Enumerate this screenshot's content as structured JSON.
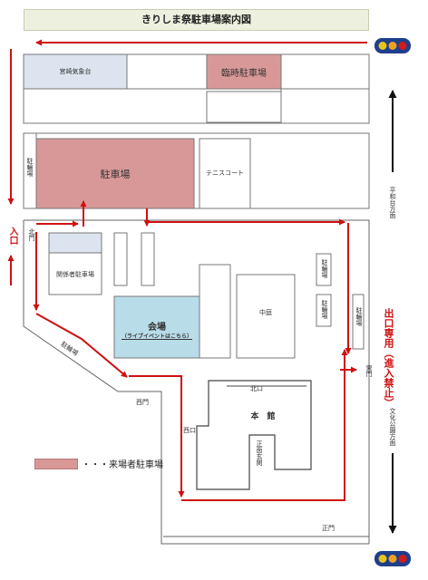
{
  "title": "きりしま祭駐車場案内図",
  "labels": {
    "miyazaki_observatory": "宮崎気象台",
    "temp_parking": "臨時駐車場",
    "main_parking": "駐車場",
    "tennis_court": "テニスコート",
    "bike_parking": "駐輪場",
    "staff_parking": "関係者駐車場",
    "venue": "会場",
    "venue_sub": "（ライブイベントはこちら）",
    "courtyard": "中庭",
    "main_building": "本　館",
    "north_entrance": "北口",
    "west_entrance": "西口",
    "main_entrance": "正面玄関",
    "north_gate": "北門",
    "west_gate": "西門",
    "east_gate": "東門",
    "main_gate": "正門",
    "entrance": "入口",
    "exit_only": "出口専用（進入禁止）",
    "direction_heiwadai": "平和台方面",
    "direction_bunka_park": "文化公園方面",
    "legend": "・・・来場者駐車場"
  },
  "colors": {
    "parking_fill": "#d99898",
    "venue_fill": "#b9dde8",
    "observatory_fill": "#dde4f0",
    "arrow": "#d01010",
    "title_bg": "#eef0df"
  },
  "icons": [
    "traffic-light-icon",
    "arrow-up-icon",
    "arrow-down-icon"
  ]
}
